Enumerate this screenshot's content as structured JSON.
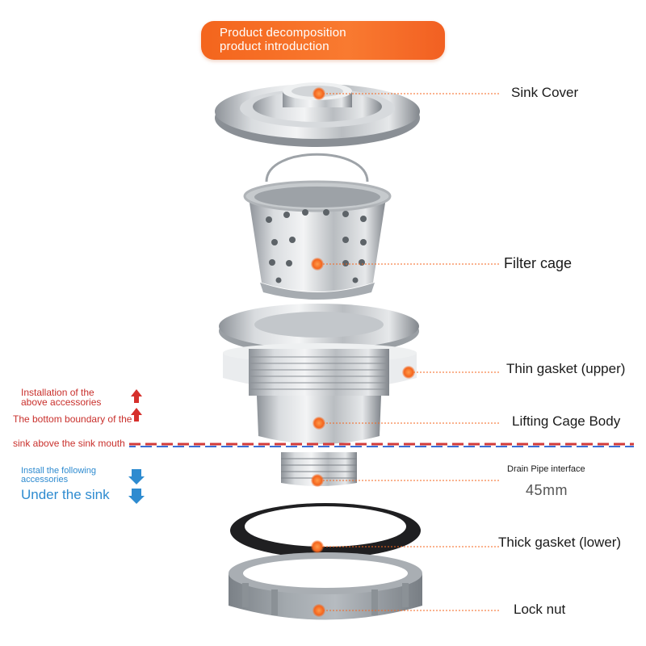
{
  "banner": {
    "line1": "Product decomposition",
    "line2": "product introduction"
  },
  "parts": [
    {
      "label": "Sink Cover"
    },
    {
      "label": "Filter cage"
    },
    {
      "label": "Thin gasket (upper)"
    },
    {
      "label": "Lifting Cage Body"
    },
    {
      "label": "Drain Pipe interface"
    },
    {
      "label": "Thick gasket (lower)"
    },
    {
      "label": "Lock nut"
    }
  ],
  "pipe_size": "45mm",
  "notes": {
    "above_line1": "Installation of the",
    "above_line2": "above accessories",
    "boundary_line1": "The bottom boundary of the",
    "boundary_line2": "sink above the sink mouth",
    "below_line1": "Install the following",
    "below_line2": "accessories",
    "under_sink": "Under the sink"
  },
  "colors": {
    "accent_orange": "#f4651d",
    "note_red": "#c9302c",
    "note_blue": "#2e8bd0",
    "steel": "#c8ccd0"
  }
}
